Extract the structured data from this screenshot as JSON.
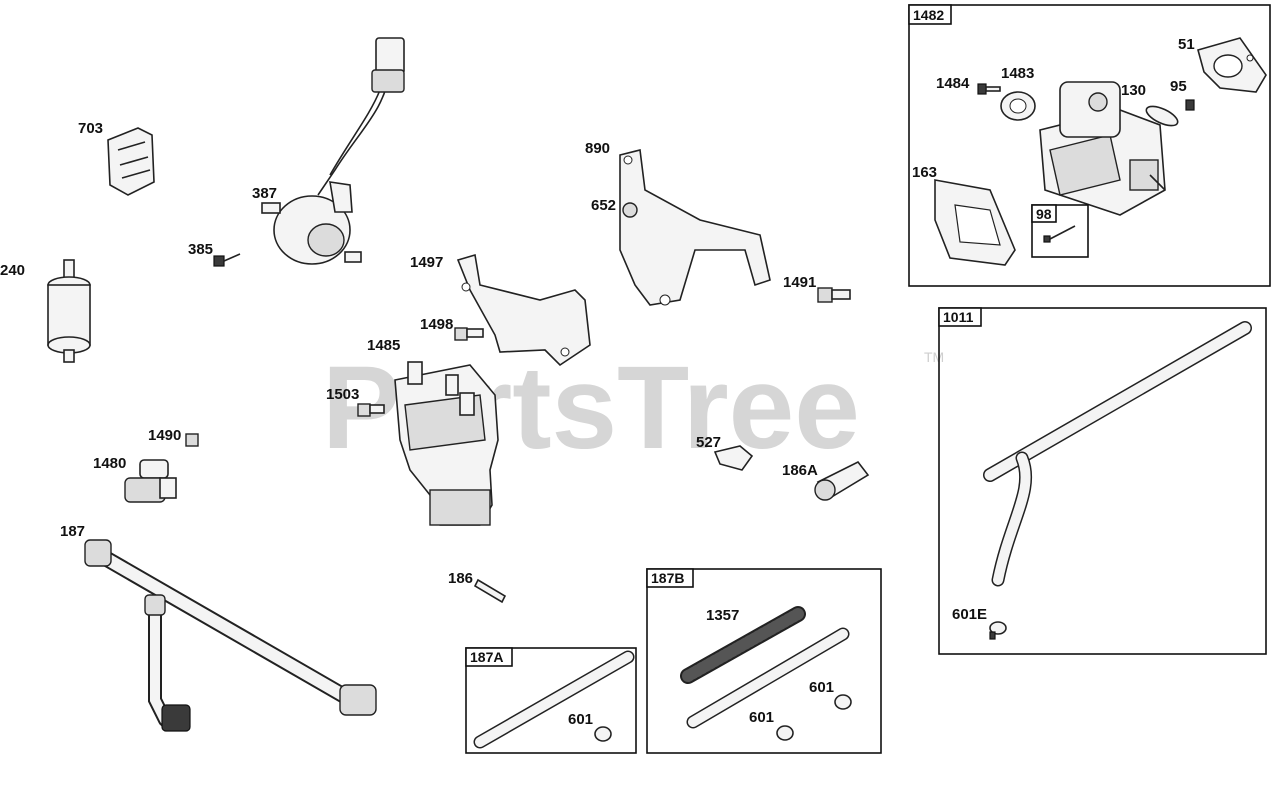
{
  "watermark": {
    "text": "PartsTree",
    "mark": "TM"
  },
  "callouts": {
    "c703": "703",
    "c387": "387",
    "c385": "385",
    "c240": "240",
    "c890": "890",
    "c652": "652",
    "c1497": "1497",
    "c1491": "1491",
    "c1498": "1498",
    "c1485": "1485",
    "c1503": "1503",
    "c1490": "1490",
    "c1480": "1480",
    "c527": "527",
    "c186A": "186A",
    "c187": "187",
    "c186": "186",
    "c1484": "1484",
    "c1483": "1483",
    "c51": "51",
    "c95": "95",
    "c130": "130",
    "c163": "163",
    "c601E": "601E",
    "c1357": "1357",
    "c601a": "601",
    "c601b": "601",
    "c601c": "601"
  },
  "boxes": {
    "b1482": "1482",
    "b98": "98",
    "b1011": "1011",
    "b187B": "187B",
    "b187A": "187A"
  }
}
